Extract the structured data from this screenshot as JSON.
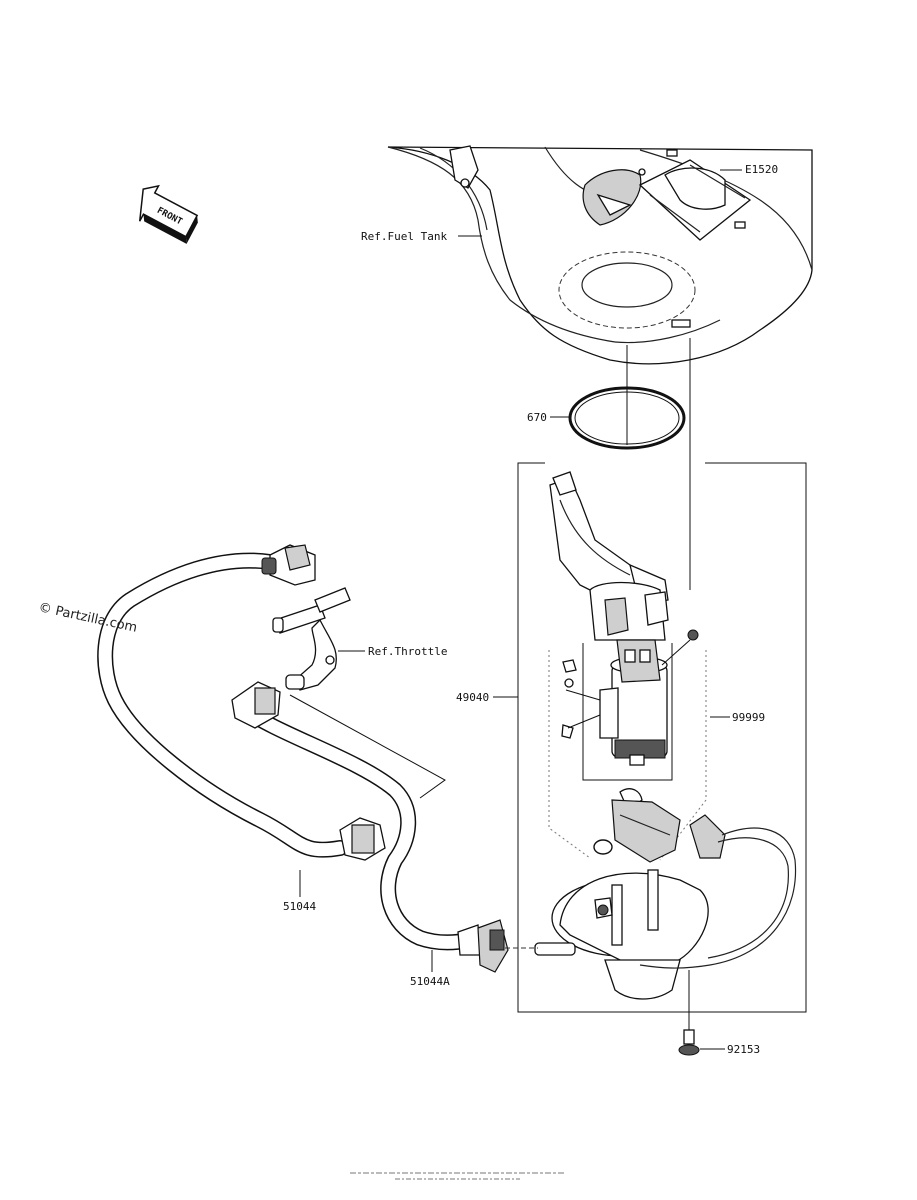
{
  "front_badge": {
    "text": "FRONT",
    "icon": "front-arrow-icon"
  },
  "watermark": "© Partzilla.com",
  "callouts": {
    "e1520": "E1520",
    "ref_fuel_tank": "Ref.Fuel Tank",
    "p670": "670",
    "ref_throttle": "Ref.Throttle",
    "p49040": "49040",
    "p99999": "99999",
    "p51044": "51044",
    "p51044a": "51044A",
    "p92153": "92153"
  }
}
